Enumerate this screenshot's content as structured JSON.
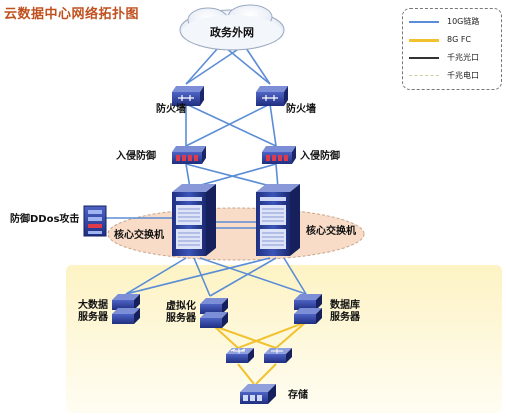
{
  "title": "云数据中心网络拓扑图",
  "legend": [
    {
      "label": "10G链路",
      "color": "#5b8dd6",
      "style": "solid"
    },
    {
      "label": "8G FC",
      "color": "#f2c12e",
      "style": "solid"
    },
    {
      "label": "千兆光口",
      "color": "#333333",
      "style": "solid"
    },
    {
      "label": "千兆电口",
      "color": "#c9d3a2",
      "style": "dashed"
    }
  ],
  "nodes": {
    "internet": "政务外网",
    "firewall_left": "防火墙",
    "firewall_right": "防火墙",
    "ips_left": "入侵防御",
    "ips_right": "入侵防御",
    "ddos": "防御DDos攻击",
    "core_left": "核心交换机",
    "core_right": "核心交换机",
    "server_bigdata": [
      "大数据",
      "服务器"
    ],
    "server_virtual": [
      "虚拟化",
      "服务器"
    ],
    "server_database": [
      "数据库",
      "服务器"
    ],
    "storage": "存储"
  },
  "colors": {
    "link_10g": "#5b8dd6",
    "link_fc": "#f2c12e",
    "device_blue": "#2c3f9e",
    "zone_fill": "#fdf6cf",
    "core_ellipse": "#f6d8c4"
  }
}
